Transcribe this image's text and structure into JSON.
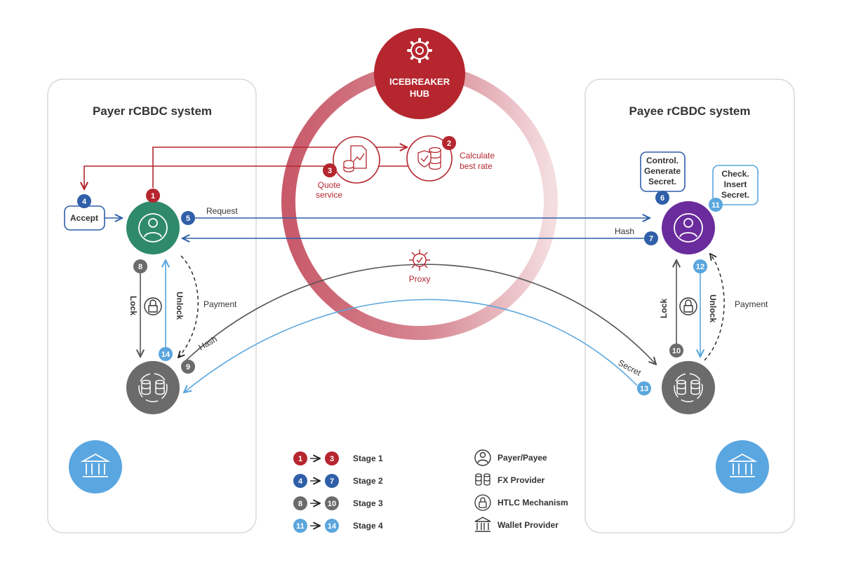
{
  "panels": {
    "payer_title": "Payer rCBDC system",
    "payee_title": "Payee rCBDC system"
  },
  "hub": {
    "line1": "ICEBREAKER",
    "line2": "HUB"
  },
  "labels": {
    "calculate_line1": "Calculate",
    "calculate_line2": "best rate",
    "quote_line1": "Quote",
    "quote_line2": "service",
    "proxy": "Proxy",
    "accept": "Accept",
    "request": "Request",
    "hash_top": "Hash",
    "hash_bottom": "Hash",
    "secret": "Secret",
    "lock_left": "Lock",
    "unlock_left": "Unlock",
    "payment_left": "Payment",
    "lock_right": "Lock",
    "unlock_right": "Unlock",
    "payment_right": "Payment",
    "control_line1": "Control.",
    "control_line2": "Generate",
    "control_line3": "Secret.",
    "check_line1": "Check.",
    "check_line2": "Insert",
    "check_line3": "Secret."
  },
  "badges": {
    "b1": "1",
    "b2": "2",
    "b3": "3",
    "b4": "4",
    "b5": "5",
    "b6": "6",
    "b7": "7",
    "b8": "8",
    "b9": "9",
    "b10": "10",
    "b11": "11",
    "b12": "12",
    "b13": "13",
    "b14": "14"
  },
  "legend": {
    "stages": [
      {
        "from": "1",
        "to": "3",
        "label": "Stage 1"
      },
      {
        "from": "4",
        "to": "7",
        "label": "Stage 2"
      },
      {
        "from": "8",
        "to": "10",
        "label": "Stage 3"
      },
      {
        "from": "11",
        "to": "14",
        "label": "Stage 4"
      }
    ],
    "icons": [
      {
        "icon": "person-icon",
        "label": "Payer/Payee"
      },
      {
        "icon": "database-icon",
        "label": "FX Provider"
      },
      {
        "icon": "lock-icon",
        "label": "HTLC Mechanism"
      },
      {
        "icon": "bank-icon",
        "label": "Wallet Provider"
      }
    ]
  },
  "colors": {
    "red": "#b5262e",
    "green": "#2e8a6b",
    "purple": "#6a2b9c",
    "dark_blue": "#2f5fa8",
    "light_blue": "#5aa6dd",
    "gray": "#6b6b6b",
    "wallet_blue": "#5aa6e0"
  }
}
